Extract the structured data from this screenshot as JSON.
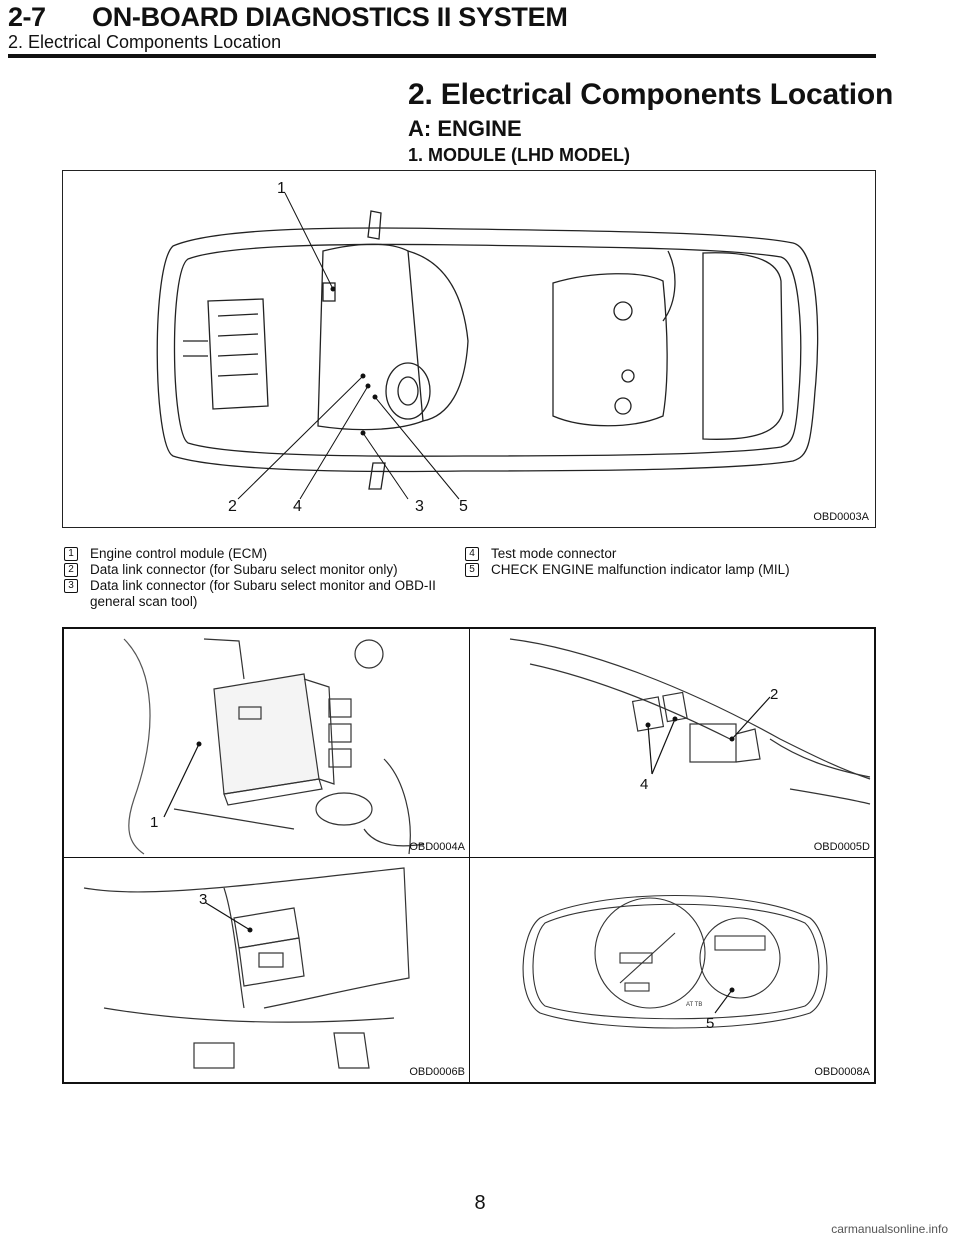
{
  "header": {
    "section_number": "2-7",
    "title": "ON-BOARD DIAGNOSTICS II SYSTEM",
    "subtitle": "2. Electrical Components Location"
  },
  "content": {
    "heading": "2. Electrical Components Location",
    "subheading_a": "A: ENGINE",
    "subheading_1": "1. MODULE (LHD MODEL)"
  },
  "main_figure": {
    "code": "OBD0003A",
    "callouts": [
      "1",
      "2",
      "4",
      "3",
      "5"
    ]
  },
  "legend": [
    {
      "num": "1",
      "text": "Engine control module (ECM)"
    },
    {
      "num": "2",
      "text": "Data link connector (for Subaru select monitor only)"
    },
    {
      "num": "3",
      "text": "Data link connector (for Subaru select monitor and OBD-II general scan tool)"
    },
    {
      "num": "4",
      "text": "Test mode connector"
    },
    {
      "num": "5",
      "text": "CHECK ENGINE malfunction indicator lamp (MIL)"
    }
  ],
  "photos": [
    {
      "code": "OBD0004A",
      "callouts": [
        "1"
      ]
    },
    {
      "code": "OBD0005D",
      "callouts": [
        "2",
        "4"
      ]
    },
    {
      "code": "OBD0006B",
      "callouts": [
        "3"
      ]
    },
    {
      "code": "OBD0008A",
      "callouts": [
        "5"
      ]
    }
  ],
  "page_number": "8",
  "watermark": "carmanualsonline.info"
}
